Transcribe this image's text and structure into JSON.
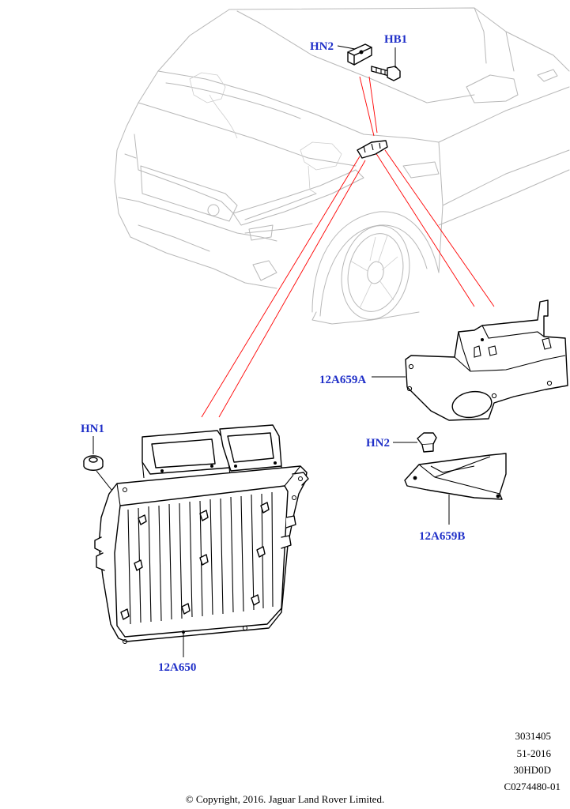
{
  "callouts": {
    "hn2_top": "HN2",
    "hb1": "HB1",
    "bracket_a": "12A659A",
    "hn2_lower": "HN2",
    "bracket_b": "12A659B",
    "hn1": "HN1",
    "module": "12A650"
  },
  "identifiers": [
    "3031405",
    "51-2016",
    "30HD0D",
    "C0274480-01"
  ],
  "copyright": "© Copyright, 2016. Jaguar Land Rover Limited.",
  "colors": {
    "callout_text": "#1f2fc8",
    "reference_lines": "#ff0000",
    "vehicle_outline": "#b8b8b8",
    "part_outline": "#000000"
  }
}
